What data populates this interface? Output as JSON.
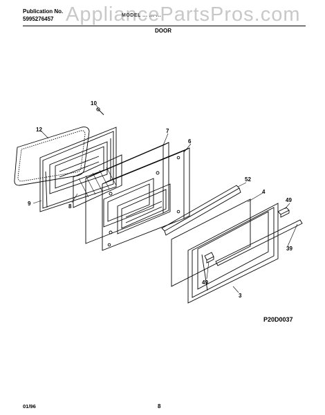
{
  "header": {
    "publication_label": "Publication No.",
    "publication_number": "5995276457",
    "model_text": "MODEL ... ... ...",
    "watermark": "AppliancePartsPros.com",
    "section_title": "DOOR"
  },
  "diagram": {
    "callouts": [
      "10",
      "12",
      "7",
      "6",
      "9",
      "8",
      "52",
      "4",
      "49",
      "39",
      "49",
      "3"
    ],
    "figure_code": "P20D0037"
  },
  "footer": {
    "date": "01/96",
    "page": "8"
  }
}
